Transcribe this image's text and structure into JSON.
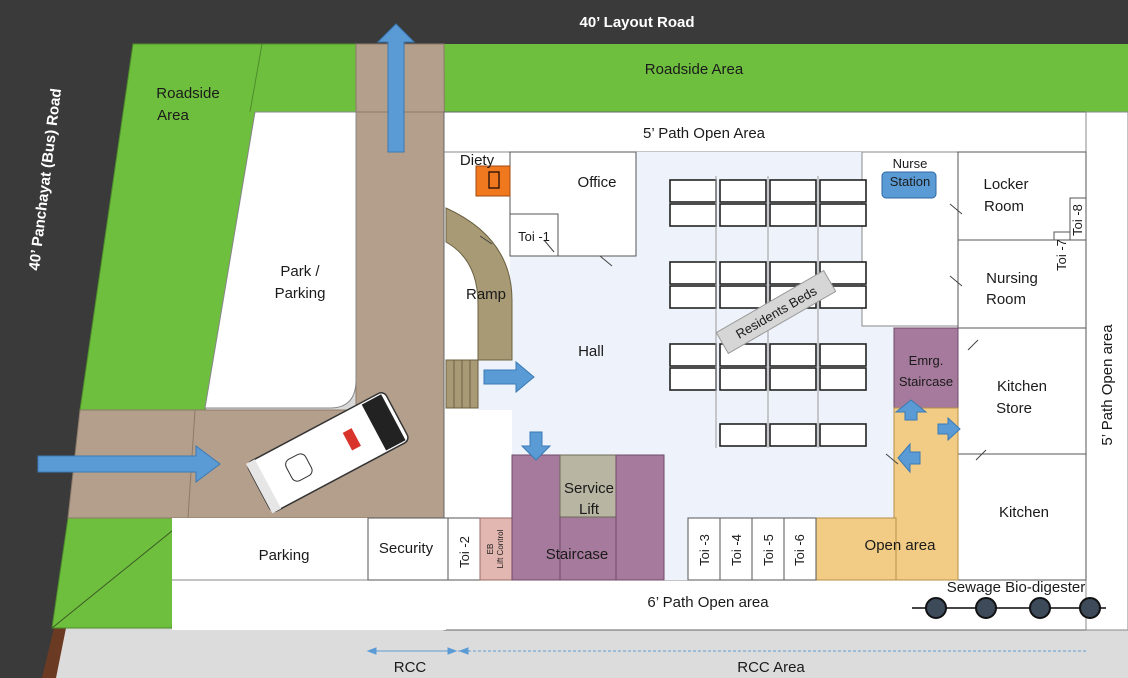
{
  "labels": {
    "layout_road": "40’ Layout Road",
    "panchayat_road": "40’ Panchayat (Bus) Road",
    "roadside_area_top": "Roadside Area",
    "roadside_area_left_1": "Roadside",
    "roadside_area_left_2": "Area",
    "park_parking_1": "Park /",
    "park_parking_2": "Parking",
    "path_top": "5’ Path Open Area",
    "path_right": "5’ Path Open area",
    "path_bottom": "6’ Path Open area",
    "diety": "Diety",
    "office": "Office",
    "toi_1": "Toi -1",
    "ramp": "Ramp",
    "hall": "Hall",
    "residents_beds": "Residents Beds",
    "nurse_station_1": "Nurse",
    "nurse_station_2": "Station",
    "locker_room_1": "Locker",
    "locker_room_2": "Room",
    "toi_7": "Toi -7",
    "toi_8": "Toi -8",
    "nursing_room_1": "Nursing",
    "nursing_room_2": "Room",
    "emrg_staircase_1": "Emrg.",
    "emrg_staircase_2": "Staircase",
    "kitchen_store_1": "Kitchen",
    "kitchen_store_2": "Store",
    "kitchen": "Kitchen",
    "service_lift_1": "Service",
    "service_lift_2": "Lift",
    "staircase": "Staircase",
    "parking": "Parking",
    "security": "Security",
    "toi_2": "Toi -2",
    "eb_lift_control_1": "EB",
    "eb_lift_control_2": "Lift Control",
    "toi_3": "Toi -3",
    "toi_4": "Toi -4",
    "toi_5": "Toi -5",
    "toi_6": "Toi -6",
    "open_area": "Open area",
    "sewage": "Sewage Bio-digester",
    "rcc": "RCC",
    "rcc_area": "RCC Area"
  },
  "colors": {
    "road": "#3a3a3a",
    "grass": "#6fbf3f",
    "driveway": "#b49f8c",
    "staircase": "#a67a9c",
    "lift": "#b9b5a3",
    "open_area": "#f2cc84",
    "arrow": "#5b9bd5",
    "hall_floor": "#eef3fb",
    "ramp": "#a89a74",
    "diety": "#f0781e",
    "nurse_station": "#5b9bd5",
    "eb": "#e3b7b1"
  }
}
